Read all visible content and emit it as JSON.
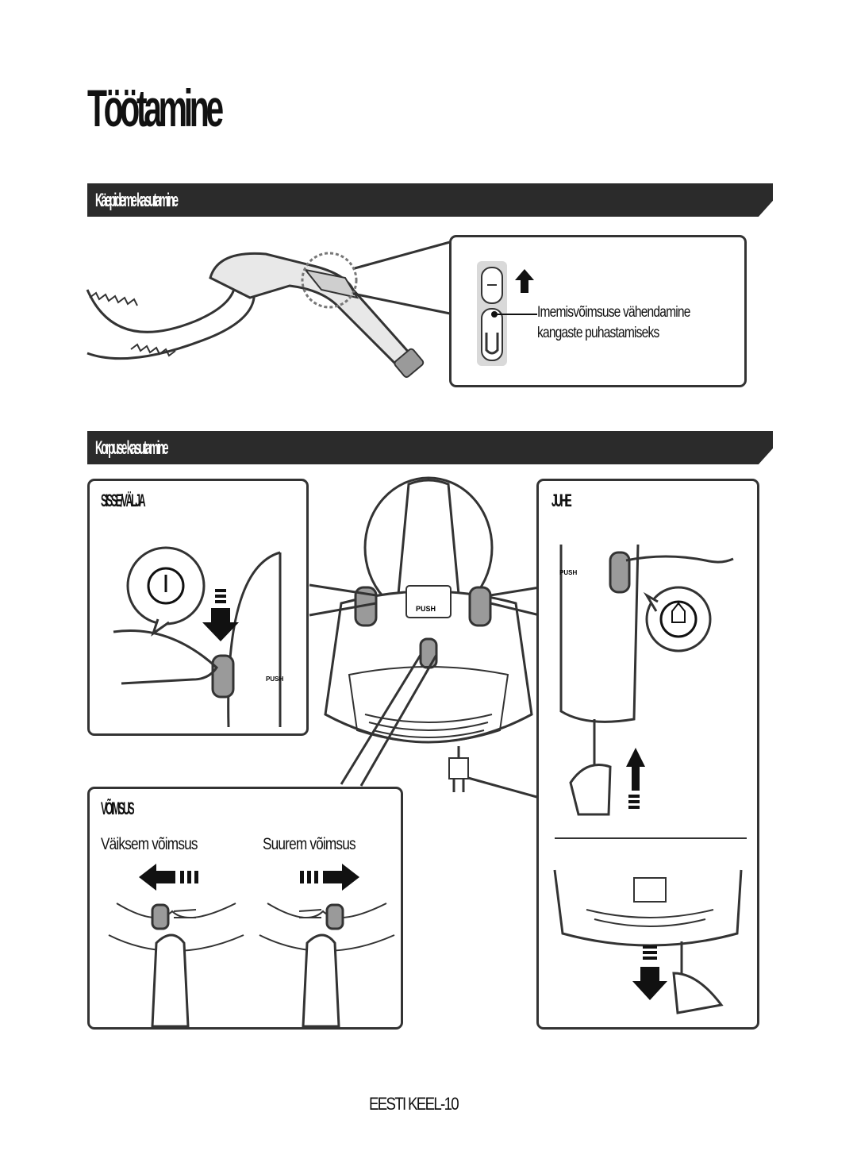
{
  "page": {
    "title": "Töötamine",
    "footer": "EESTI KEEL-10"
  },
  "section1": {
    "heading": "Käepideme kasutamine",
    "caption_line1": "Imemisvõimsuse vähendamine",
    "caption_line2": "kangaste puhastamiseks"
  },
  "section2": {
    "heading": "Korpuse kasutamine",
    "panel_on_label": "SISSE/VÄLJA",
    "panel_cord_label": "JUHE",
    "panel_power_label": "VÕIMSUS",
    "lower_power": "Väiksem võimsus",
    "higher_power": "Suurem võimsus",
    "push_label": "PUSH"
  },
  "colors": {
    "bar": "#2b2b2b",
    "line": "#333333",
    "accent_gray": "#9a9a9a",
    "light_gray": "#d9d9d9"
  }
}
